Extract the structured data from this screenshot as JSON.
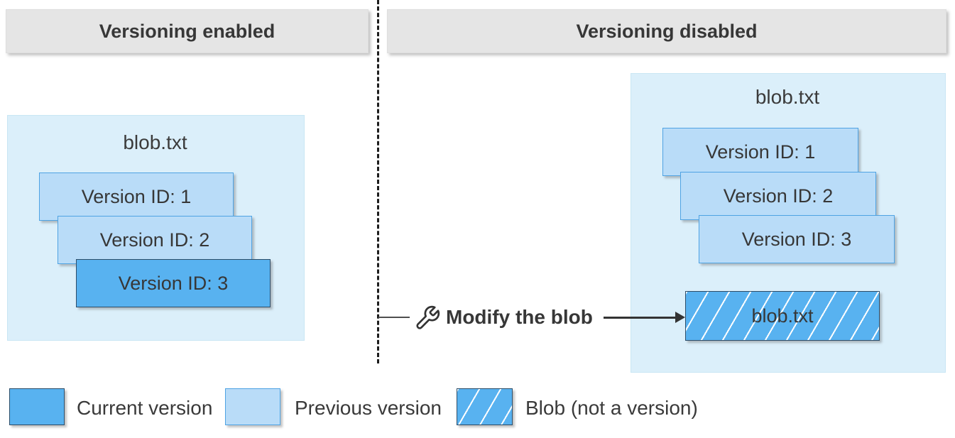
{
  "headers": {
    "left_title": "Versioning enabled",
    "right_title": "Versioning disabled"
  },
  "left_panel": {
    "title": "blob.txt",
    "versions": [
      {
        "label": "Version ID: 1",
        "type": "previous"
      },
      {
        "label": "Version ID: 2",
        "type": "previous"
      },
      {
        "label": "Version ID: 3",
        "type": "current"
      }
    ]
  },
  "right_panel": {
    "title": "blob.txt",
    "versions": [
      {
        "label": "Version ID: 1",
        "type": "previous"
      },
      {
        "label": "Version ID: 2",
        "type": "previous"
      },
      {
        "label": "Version ID: 3",
        "type": "previous"
      }
    ],
    "blob": {
      "label": "blob.txt",
      "type": "blob-not-a-version"
    }
  },
  "action": {
    "icon": "wrench-icon",
    "label": "Modify the blob"
  },
  "legend": [
    {
      "label": "Current version",
      "swatch": "current-version"
    },
    {
      "label": "Previous version",
      "swatch": "previous-version"
    },
    {
      "label": "Blob (not a version)",
      "swatch": "blob-hatched"
    }
  ],
  "colors": {
    "current_version": "#58b2f0",
    "previous_version": "#b9dcf8",
    "panel_background": "#dbeffa",
    "header_background": "#e5e5e5",
    "hatch_line": "#ffffff"
  }
}
